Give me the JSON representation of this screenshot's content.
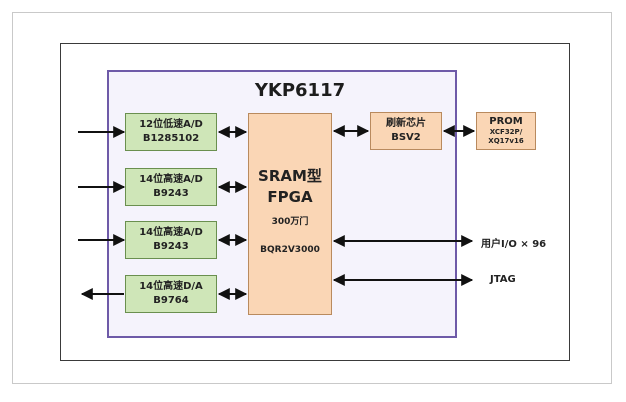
{
  "title": "YKP6117",
  "blocks": {
    "adc1": {
      "line1": "12位低速A/D",
      "line2": "B1285102"
    },
    "adc2": {
      "line1": "14位高速A/D",
      "line2": "B9243"
    },
    "adc3": {
      "line1": "14位高速A/D",
      "line2": "B9243"
    },
    "dac": {
      "line1": "14位高速D/A",
      "line2": "B9764"
    },
    "fpga": {
      "line1": "SRAM型",
      "line2": "FPGA",
      "gates": "300万门",
      "part": "BQR2V3000"
    },
    "refresh": {
      "line1": "刷新芯片",
      "line2": "BSV2"
    },
    "prom": {
      "line1": "PROM",
      "line2": "XCF32P/",
      "line3": "XQ17v16"
    }
  },
  "labels": {
    "user_io": "用户I/O × 96",
    "jtag": "JTAG"
  },
  "colors": {
    "chip_border": "#6e5aa8",
    "adc_fill": "#cfe6b8",
    "fpga_fill": "#fad6b5"
  }
}
